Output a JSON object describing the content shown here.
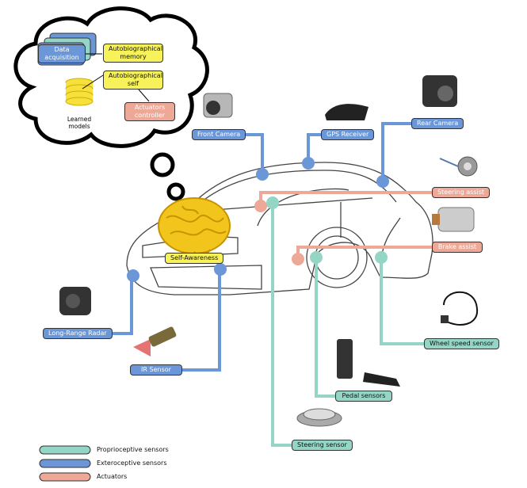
{
  "cloud": {
    "data_acquisition": "Data acquisition",
    "autobiographical_memory": "Autobiographical memory",
    "autobiographical_self": "Autobiographical self",
    "learned_models": "Learned models",
    "actuators_controller": "Actuators controller"
  },
  "center": {
    "self_awareness": "Self-Awareness"
  },
  "exteroceptive": {
    "front_camera": "Front Camera",
    "gps_receiver": "GPS Receiver",
    "rear_camera": "Rear Camera",
    "long_range_radar": "Long-Range Radar",
    "ir_sensor": "IR Sensor"
  },
  "actuators": {
    "steering_assist": "Steering assist",
    "brake_assist": "Brake assist"
  },
  "proprioceptive": {
    "wheel_speed_sensor": "Wheel speed sensor",
    "pedal_sensors": "Pedal sensors",
    "steering_sensor": "Steering sensor"
  },
  "legend": {
    "proprioceptive": "Proprioceptive sensors",
    "exteroceptive": "Exteroceptive sensors",
    "actuators": "Actuators"
  },
  "colors": {
    "exteroceptive": "#6b97d8",
    "proprioceptive": "#94d5c6",
    "actuators": "#eea897",
    "highlight": "#f7f25a"
  }
}
